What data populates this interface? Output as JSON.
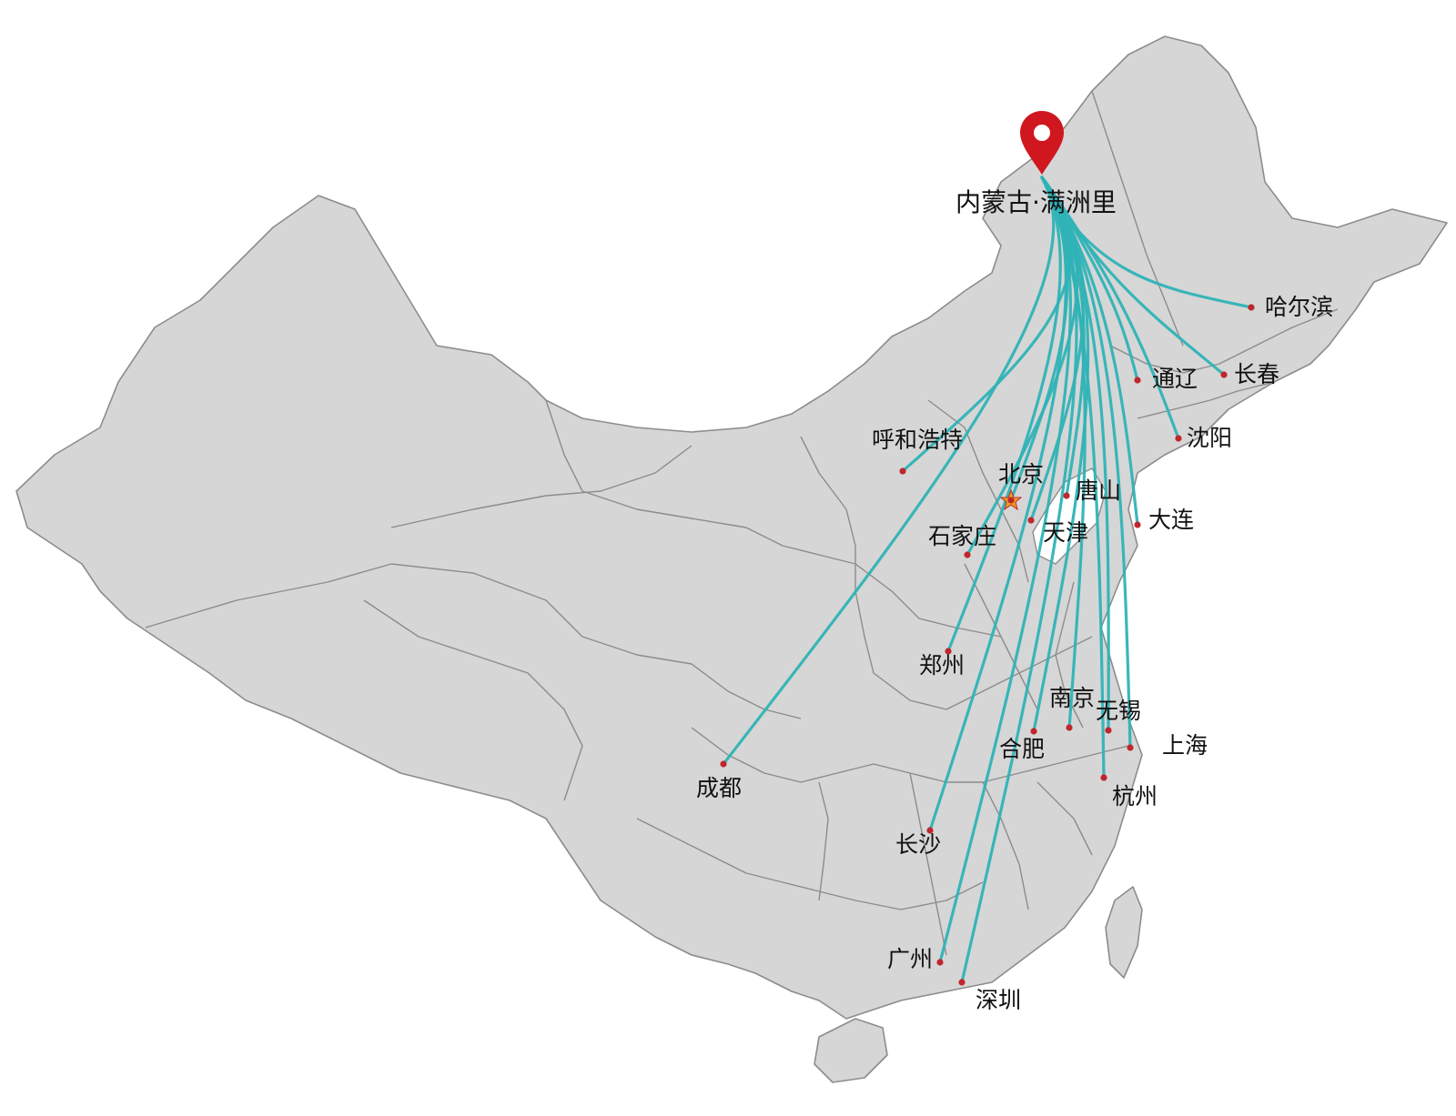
{
  "colors": {
    "land": "#d6d6d6",
    "border": "#8c8c8c",
    "route": "#2fb3b6",
    "city_dot": "#c0262d",
    "pin": "#d0171f",
    "capital_star": "#e8a020"
  },
  "origin": {
    "label": "内蒙古·满洲里",
    "icon": "map-pin-icon"
  },
  "cities": [
    {
      "id": "harbin",
      "label": "哈尔滨"
    },
    {
      "id": "changchun",
      "label": "长春"
    },
    {
      "id": "tongliao",
      "label": "通辽"
    },
    {
      "id": "shenyang",
      "label": "沈阳"
    },
    {
      "id": "hohhot",
      "label": "呼和浩特"
    },
    {
      "id": "beijing",
      "label": "北京",
      "icon": "capital-star-icon"
    },
    {
      "id": "tangshan",
      "label": "唐山"
    },
    {
      "id": "dalian",
      "label": "大连"
    },
    {
      "id": "tianjin",
      "label": "天津"
    },
    {
      "id": "shijiazhuang",
      "label": "石家庄"
    },
    {
      "id": "zhengzhou",
      "label": "郑州"
    },
    {
      "id": "nanjing",
      "label": "南京"
    },
    {
      "id": "wuxi",
      "label": "无锡"
    },
    {
      "id": "shanghai",
      "label": "上海"
    },
    {
      "id": "hefei",
      "label": "合肥"
    },
    {
      "id": "hangzhou",
      "label": "杭州"
    },
    {
      "id": "chengdu",
      "label": "成都"
    },
    {
      "id": "changsha",
      "label": "长沙"
    },
    {
      "id": "guangzhou",
      "label": "广州"
    },
    {
      "id": "shenzhen",
      "label": "深圳"
    }
  ]
}
